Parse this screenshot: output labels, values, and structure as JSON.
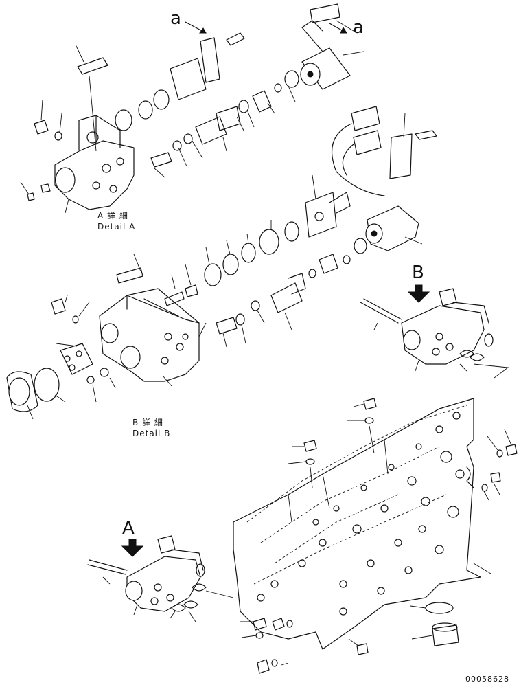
{
  "labels": {
    "ref_a_top": "a",
    "ref_a_connector": "a",
    "detail_a_jp": "A 詳 細",
    "detail_a_en": "Detail A",
    "detail_b_jp": "B 詳 細",
    "detail_b_en": "Detail B",
    "view_b": "B",
    "view_a": "A",
    "drawing_number": "00058628"
  },
  "colors": {
    "line": "#111111",
    "background": "#ffffff"
  }
}
